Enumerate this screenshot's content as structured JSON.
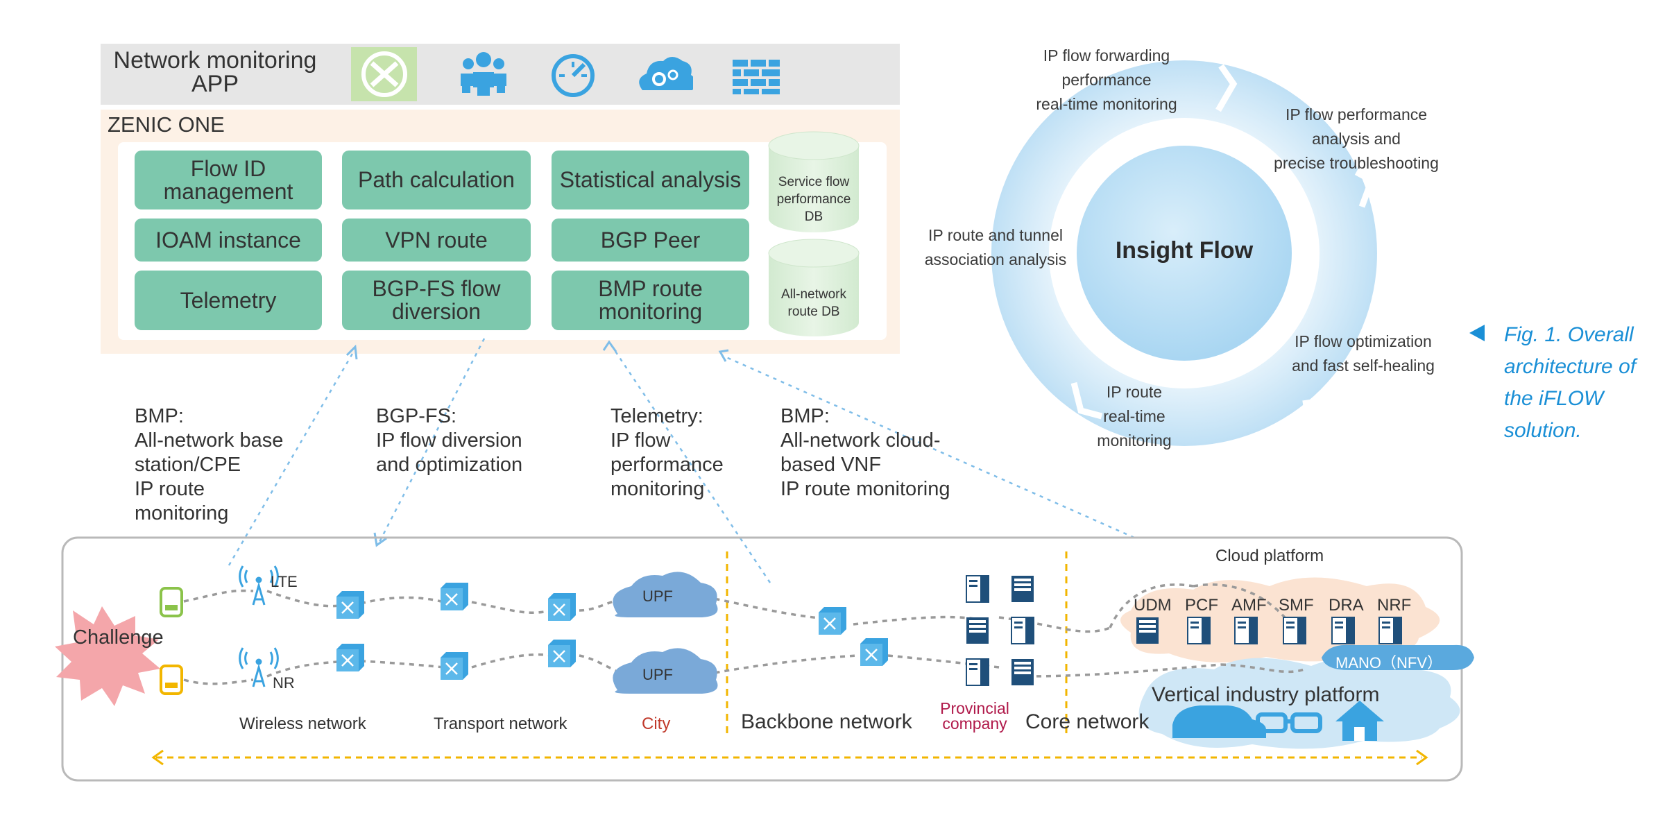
{
  "app_bar": {
    "title": "Network monitoring\nAPP",
    "icons": [
      "tools-icon",
      "users-icon",
      "dashboard-icon",
      "cloud-settings-icon",
      "firewall-icon"
    ]
  },
  "platform": {
    "name": "ZENIC ONE",
    "modules": [
      "Flow ID\nmanagement",
      "Path calculation",
      "Statistical analysis",
      "IOAM instance",
      "VPN route",
      "BGP Peer",
      "Telemetry",
      "BGP-FS flow\ndiversion",
      "BMP route\nmonitoring"
    ],
    "databases": [
      "Service flow\nperformance\nDB",
      "All-network\nroute DB"
    ]
  },
  "protocols": [
    "BMP:\nAll-network base\nstation/CPE\nIP route\nmonitoring",
    "BGP-FS:\nIP flow diversion\nand optimization",
    "Telemetry:\nIP flow\nperformance\nmonitoring",
    "BMP:\nAll-network cloud-\nbased VNF\nIP route monitoring"
  ],
  "cycle": {
    "center": "Insight Flow",
    "steps": [
      "IP flow forwarding\nperformance\nreal-time monitoring",
      "IP flow performance\nanalysis and\nprecise troubleshooting",
      "IP flow optimization\nand fast self-healing",
      "IP route\nreal-time\nmonitoring",
      "IP route and tunnel\nassociation analysis"
    ]
  },
  "caption": "Fig. 1. Overall\narchitecture of\nthe iFLOW\nsolution.",
  "network": {
    "challenge": "Challenge",
    "lte": "LTE",
    "nr": "NR",
    "upf": "UPF",
    "wireless": "Wireless network",
    "transport": "Transport network",
    "city": "City",
    "backbone": "Backbone network",
    "provincial": "Provincial\ncompany",
    "core": "Core network",
    "cloud_platform": "Cloud platform",
    "nfs": [
      "UDM",
      "PCF",
      "AMF",
      "SMF",
      "DRA",
      "NRF"
    ],
    "mano": "MANO（NFV）",
    "vertical": "Vertical industry platform"
  },
  "colors": {
    "module_green": "#7dc8ad",
    "db_green": "#dcefd8",
    "platform_bg": "#fdf1e6",
    "app_bar_bg": "#e6e6e6",
    "icon_blue": "#3aa3e0",
    "caption_blue": "#1a8fd6",
    "city_red": "#c0392b",
    "provincial_red": "#b0194a",
    "divider_yellow": "#f2b600",
    "cycle_blue": "#cfe8f7"
  }
}
